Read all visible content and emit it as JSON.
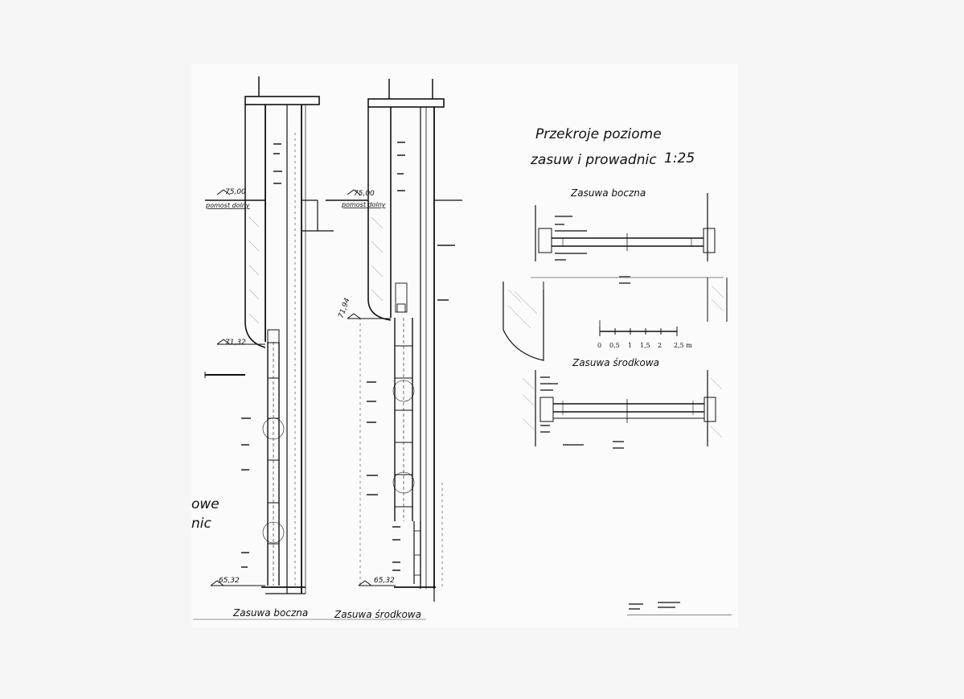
{
  "title": {
    "line1": "Przekroje poziome",
    "line2": "zasuw  i prowadnic",
    "scale": "1:25"
  },
  "sections": {
    "side_gate_plan": "Zasuwa boczna",
    "middle_gate_plan": "Zasuwa środkowa",
    "side_gate_elevation": "Zasuwa boczna",
    "middle_gate_elevation": "Zasuwa środkowa"
  },
  "levels": {
    "top_left": "75,00",
    "top_right": "75,00",
    "platform_left": "pomost dolny",
    "platform_right": "pomost dolny",
    "mid_left": "71,32",
    "mid_right": "71,94",
    "bottom_left": "65,32",
    "bottom_right": "65,32"
  },
  "scale_bar": {
    "ticks": [
      "0",
      "0,5",
      "1",
      "1,5",
      "2",
      "2,5 m"
    ]
  },
  "partial_left_text": {
    "line1": "owe",
    "line2": "nic"
  }
}
